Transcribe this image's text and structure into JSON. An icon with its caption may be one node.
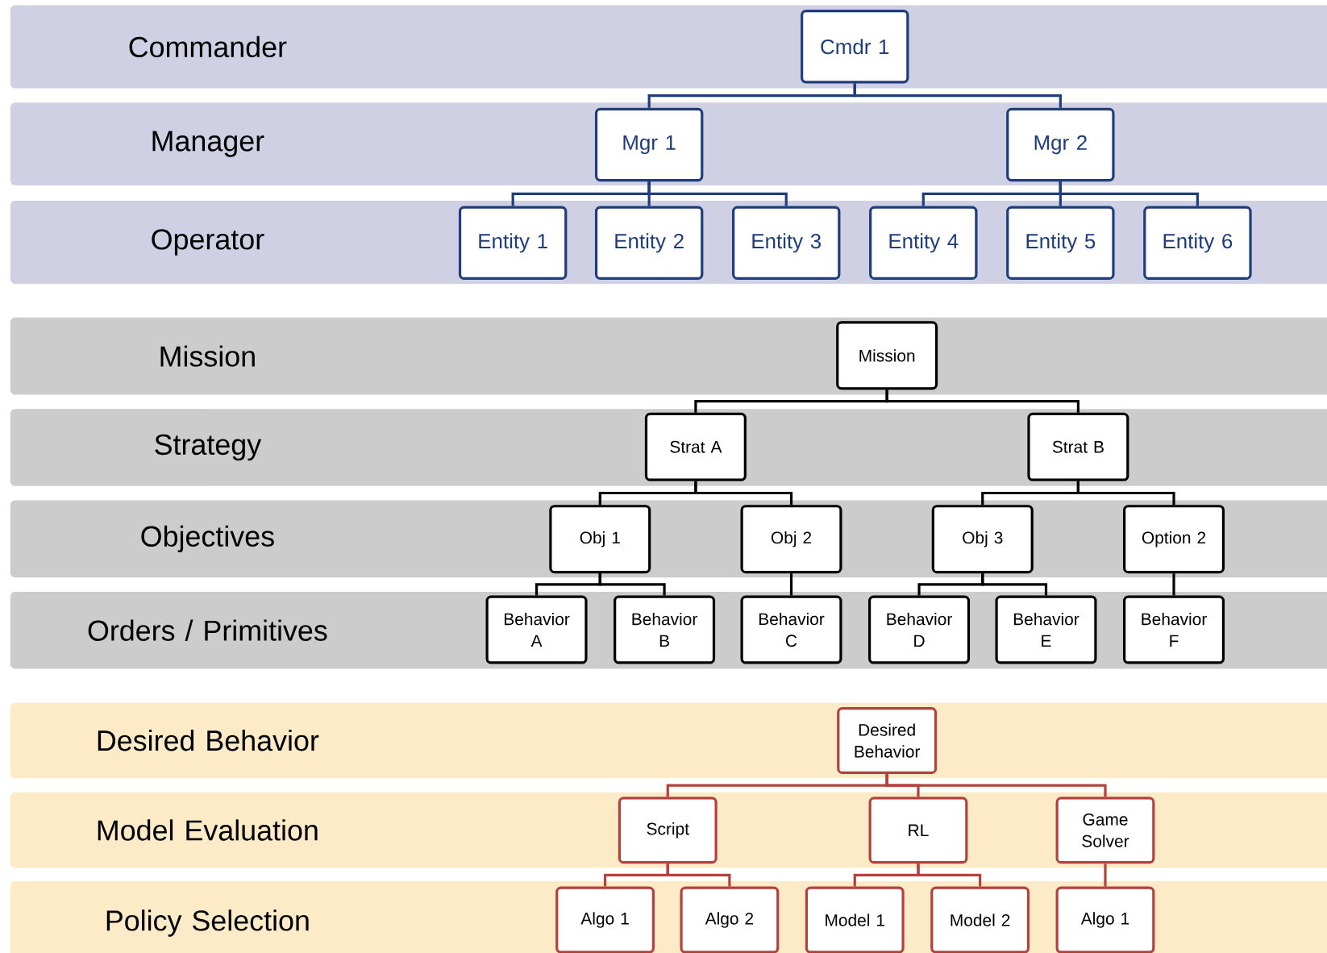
{
  "diagram": {
    "nodes": [
      {
        "text": [
          "Commander"
        ]
      },
      {
        "text": [
          "Cmdr 1"
        ],
        "in": 0
      },
      {
        "text": [
          "Manager"
        ]
      },
      {
        "text": [
          "Mgr 1"
        ],
        "in": 2
      },
      {
        "text": [
          "Mgr 2"
        ],
        "in": 2
      },
      {
        "text": [
          "Operator"
        ]
      },
      {
        "text": [
          "Entity 1"
        ],
        "in": 5
      },
      {
        "text": [
          "Entity 2"
        ],
        "in": 5
      },
      {
        "text": [
          "Entity 3"
        ],
        "in": 5
      },
      {
        "text": [
          "Entity 4"
        ],
        "in": 5
      },
      {
        "text": [
          "Entity 5"
        ],
        "in": 5
      },
      {
        "text": [
          "Entity 6"
        ],
        "in": 5
      },
      {
        "text": [
          "Mission"
        ]
      },
      {
        "text": [
          "Mission"
        ],
        "in": 12
      },
      {
        "text": [
          "Strategy"
        ]
      },
      {
        "text": [
          "Strat A"
        ],
        "in": 14
      },
      {
        "text": [
          "Strat B"
        ],
        "in": 14
      },
      {
        "text": [
          "Objectives"
        ]
      },
      {
        "text": [
          "Obj 1"
        ],
        "in": 17
      },
      {
        "text": [
          "Obj 2"
        ],
        "in": 17
      },
      {
        "text": [
          "Obj 3"
        ],
        "in": 17
      },
      {
        "text": [
          "Option 2"
        ],
        "in": 17
      },
      {
        "text": [
          "Orders / Primitives"
        ]
      },
      {
        "text": [
          "Behavior A"
        ],
        "in": 22
      },
      {
        "text": [
          "Behavior B"
        ],
        "in": 22
      },
      {
        "text": [
          "Behavior C"
        ],
        "in": 22
      },
      {
        "text": [
          "Behavior D"
        ],
        "in": 22
      },
      {
        "text": [
          "Behavior E"
        ],
        "in": 22
      },
      {
        "text": [
          "Behavior F"
        ],
        "in": 22
      },
      {
        "text": [
          "Desired Behavior"
        ]
      },
      {
        "text": [
          "Desired Behavior"
        ],
        "in": 29
      },
      {
        "text": [
          "Model Evaluation"
        ]
      },
      {
        "text": [
          "Script"
        ],
        "in": 31
      },
      {
        "text": [
          "RL"
        ],
        "in": 31
      },
      {
        "text": [
          "Game Solver"
        ],
        "in": 31
      },
      {
        "text": [
          "Policy Selection"
        ]
      },
      {
        "text": [
          "Algo 1"
        ],
        "in": 35
      },
      {
        "text": [
          "Algo 2"
        ],
        "in": 35
      },
      {
        "text": [
          "Model 1"
        ],
        "in": 35
      },
      {
        "text": [
          "Model 2"
        ],
        "in": 35
      },
      {
        "text": [
          "Algo 1"
        ],
        "in": 35
      }
    ],
    "edges": [
      {
        "from": 1,
        "to": 3,
        "arrow": "none",
        "color": "#1f3d7a"
      },
      {
        "from": 1,
        "to": 4,
        "arrow": "none",
        "color": "#1f3d7a"
      },
      {
        "from": 3,
        "to": 6,
        "arrow": "none",
        "color": "#1f3d7a"
      },
      {
        "from": 3,
        "to": 7,
        "arrow": "none",
        "color": "#1f3d7a"
      },
      {
        "from": 3,
        "to": 8,
        "arrow": "none",
        "color": "#1f3d7a"
      },
      {
        "from": 4,
        "to": 9,
        "arrow": "none",
        "color": "#1f3d7a"
      },
      {
        "from": 4,
        "to": 10,
        "arrow": "none",
        "color": "#1f3d7a"
      },
      {
        "from": 4,
        "to": 11,
        "arrow": "none",
        "color": "#1f3d7a"
      },
      {
        "from": 13,
        "to": 15,
        "arrow": "none"
      },
      {
        "from": 13,
        "to": 16,
        "arrow": "none"
      },
      {
        "from": 15,
        "to": 18,
        "arrow": "none"
      },
      {
        "from": 15,
        "to": 19,
        "arrow": "none"
      },
      {
        "from": 16,
        "to": 20,
        "arrow": "none"
      },
      {
        "from": 16,
        "to": 21,
        "arrow": "none"
      },
      {
        "from": 18,
        "to": 23,
        "arrow": "none"
      },
      {
        "from": 18,
        "to": 24,
        "arrow": "none"
      },
      {
        "from": 19,
        "to": 25,
        "arrow": "none"
      },
      {
        "from": 20,
        "to": 26,
        "arrow": "none"
      },
      {
        "from": 20,
        "to": 27,
        "arrow": "none"
      },
      {
        "from": 21,
        "to": 28,
        "arrow": "none"
      },
      {
        "from": 30,
        "to": 32,
        "arrow": "none",
        "color": "#b5413d"
      },
      {
        "from": 30,
        "to": 33,
        "arrow": "none",
        "color": "#b5413d"
      },
      {
        "from": 30,
        "to": 34,
        "arrow": "none",
        "color": "#b5413d"
      },
      {
        "from": 32,
        "to": 36,
        "arrow": "none",
        "color": "#b5413d"
      },
      {
        "from": 32,
        "to": 37,
        "arrow": "none",
        "color": "#b5413d"
      },
      {
        "from": 33,
        "to": 38,
        "arrow": "none",
        "color": "#b5413d"
      },
      {
        "from": 33,
        "to": 39,
        "arrow": "none",
        "color": "#b5413d"
      },
      {
        "from": 34,
        "to": 40,
        "arrow": "none",
        "color": "#b5413d"
      }
    ]
  }
}
